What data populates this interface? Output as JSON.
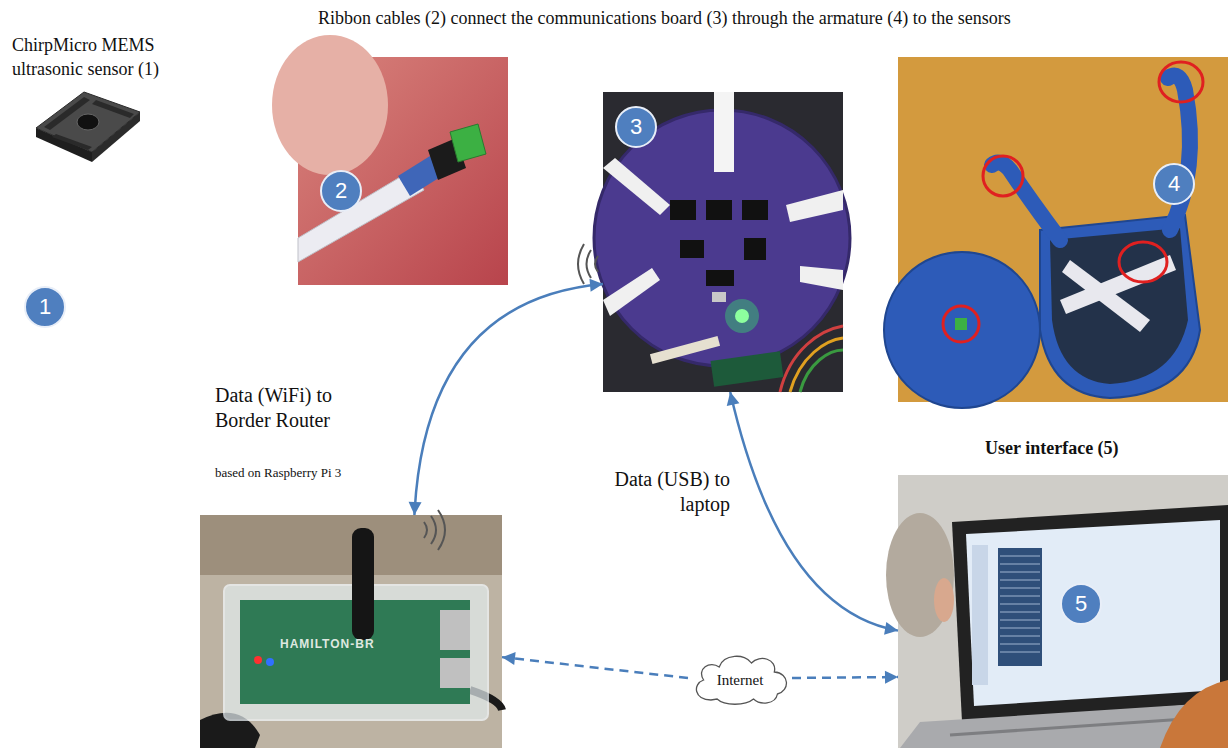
{
  "diagram": {
    "nodes": [
      {
        "text": [
          "2"
        ]
      },
      {
        "text": [
          "3"
        ]
      },
      {
        "text": [
          "4"
        ]
      },
      {
        "text": [
          "HAMILTON-BR"
        ]
      },
      {
        "text": [
          "Internet"
        ]
      },
      {
        "text": [
          "User interface (5)",
          "5"
        ]
      }
    ],
    "edges": [
      {
        "from": 1,
        "to": 3,
        "label": "Data (WiFi) to Border Router",
        "arrow": "both"
      },
      {
        "from": 1,
        "to": 5,
        "label": "Data (USB) to laptop",
        "arrow": "both"
      },
      {
        "from": 4,
        "to": 3,
        "arrow": "to"
      },
      {
        "from": 4,
        "to": 5,
        "arrow": "to"
      }
    ],
    "labels": [
      "ChirpMicro MEMS ultrasonic sensor (1)",
      "1",
      "Ribbon cables (2) connect the communications board (3) through the armature (4) to the sensors",
      "based on Raspberry Pi 3"
    ]
  }
}
